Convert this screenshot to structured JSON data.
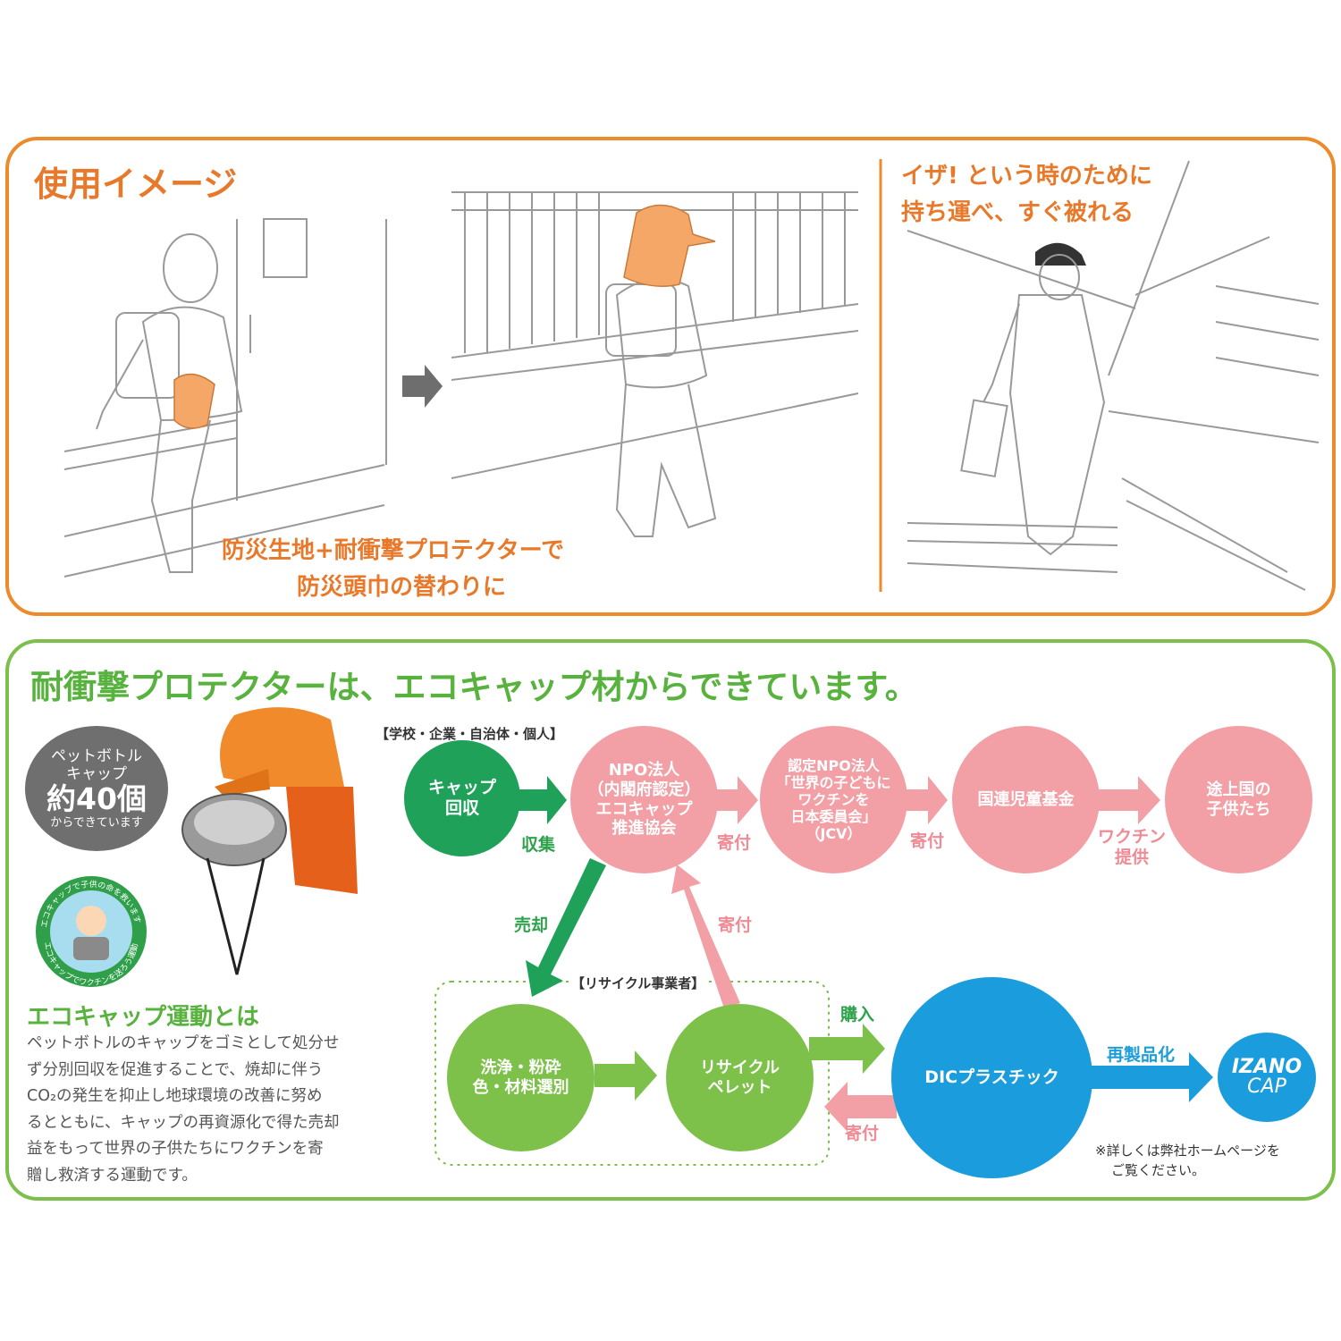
{
  "usage": {
    "title": "使用イメージ",
    "caption_line1": "防災生地+耐衝撃プロテクターで",
    "caption_line2": "防災頭巾の替わりに",
    "right_title_line1": "イザ! という時のために",
    "right_title_line2": "持ち運べ、すぐ被れる"
  },
  "eco": {
    "title": "耐衝撃プロテクターは、エコキャップ材からできています。",
    "badge_line1": "ペットボトル",
    "badge_line2": "キャップ",
    "badge_count": "約40個",
    "badge_line3": "からできています",
    "logo_text_top": "エコキャップで子供の命を救います",
    "logo_text_bottom": "エコキャップでワクチンを送ろう運動",
    "movement_title": "エコキャップ運動とは",
    "movement_text": [
      "ペットボトルのキャップをゴミとして処分せ",
      "ず分別回収を促進することで、焼却に伴う",
      "CO₂の発生を抑止し地球環境の改善に努め",
      "るとともに、キャップの再資源化で得た売却",
      "益をもって世界の子供たちにワクチンを寄",
      "贈し救済する運動です。"
    ],
    "group_top": "【学校・企業・自治体・個人】",
    "group_recycle": "【リサイクル事業者】",
    "nodes": {
      "cap_collect": [
        "キャップ",
        "回収"
      ],
      "npo": [
        "NPO法人",
        "（内閣府認定）",
        "エコキャップ",
        "推進協会"
      ],
      "jcv": [
        "認定NPO法人",
        "「世界の子どもに",
        "ワクチンを",
        "日本委員会」",
        "（JCV）"
      ],
      "unicef": [
        "国連児童基金"
      ],
      "children": [
        "途上国の",
        "子供たち"
      ],
      "wash": [
        "洗浄・粉砕",
        "色・材料選別"
      ],
      "pellet": [
        "リサイクル",
        "ペレット"
      ],
      "dic": [
        "DICプラスチック"
      ],
      "izano": [
        "IZANO",
        "CAP"
      ]
    },
    "edges": {
      "collect": "収集",
      "donate1": "寄付",
      "donate2": "寄付",
      "vaccine": [
        "ワクチン",
        "提供"
      ],
      "sell": "売却",
      "donate_up": "寄付",
      "purchase": "購入",
      "donate_back": "寄付",
      "remanufacture": "再製品化"
    },
    "footnote": [
      "※詳しくは弊社ホームページを",
      "ご覧ください。"
    ]
  },
  "colors": {
    "orange": "#ec8a2c",
    "green_border": "#7cc04c",
    "green_dark": "#1fa15a",
    "green_light": "#7dc14a",
    "pink": "#f2a0a6",
    "blue": "#1b9ddd",
    "gray_badge": "#6f6f6f"
  }
}
